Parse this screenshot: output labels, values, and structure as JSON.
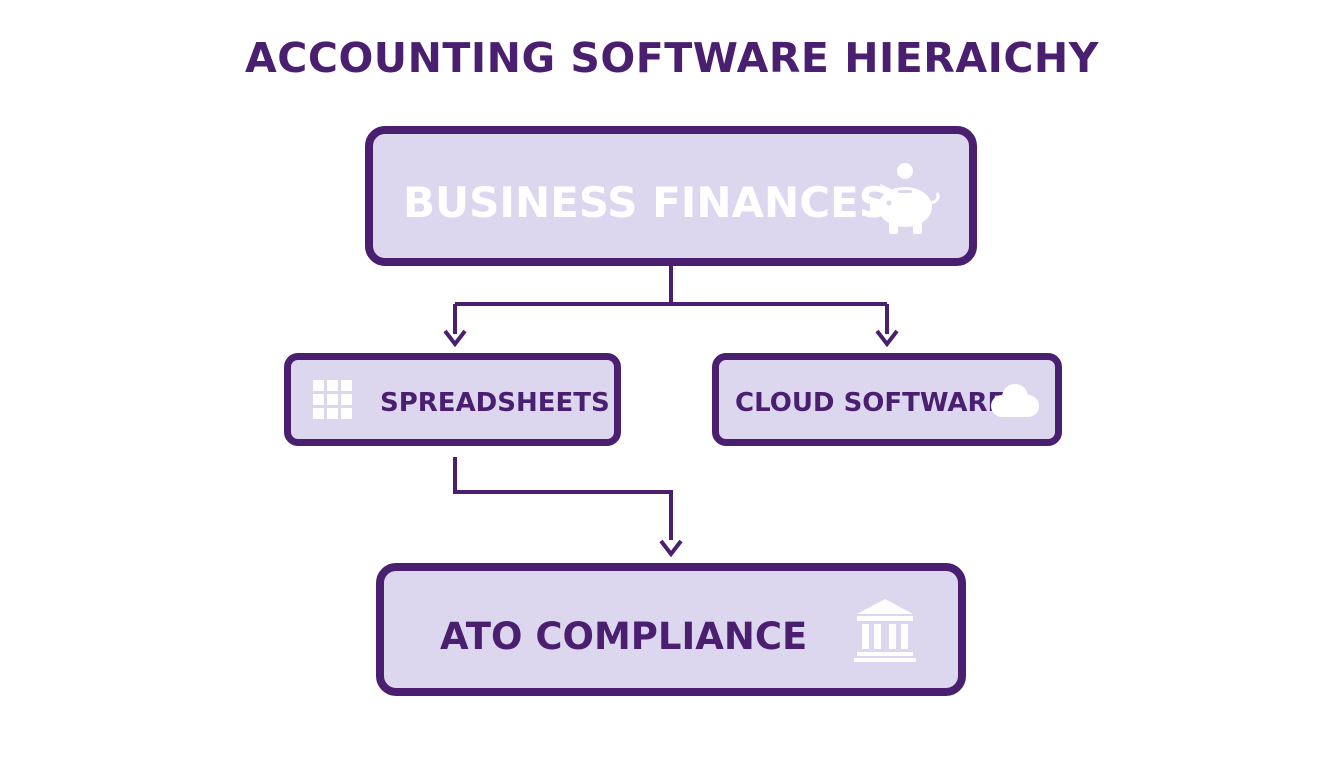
{
  "title": "ACCOUNTING SOFTWARE HIERAICHY",
  "nodes": {
    "root": {
      "label": "BUSINESS FINANCES",
      "icon": "piggy-bank-icon"
    },
    "spreadsheets": {
      "label": "SPREADSHEETS",
      "icon": "grid-icon"
    },
    "cloud": {
      "label": "CLOUD SOFTWARE",
      "icon": "cloud-icon"
    },
    "ato": {
      "label": "ATO COMPLIANCE",
      "icon": "bank-building-icon"
    }
  },
  "edges": [
    {
      "from": "BUSINESS FINANCES",
      "to": "SPREADSHEETS"
    },
    {
      "from": "BUSINESS FINANCES",
      "to": "CLOUD SOFTWARE"
    },
    {
      "from": "SPREADSHEETS",
      "to": "ATO COMPLIANCE"
    }
  ],
  "colors": {
    "primary": "#4a1f6f",
    "box_fill": "#ddd6ef",
    "root_label": "#ffffff",
    "icon_fill": "#ffffff",
    "background": "#ffffff"
  }
}
